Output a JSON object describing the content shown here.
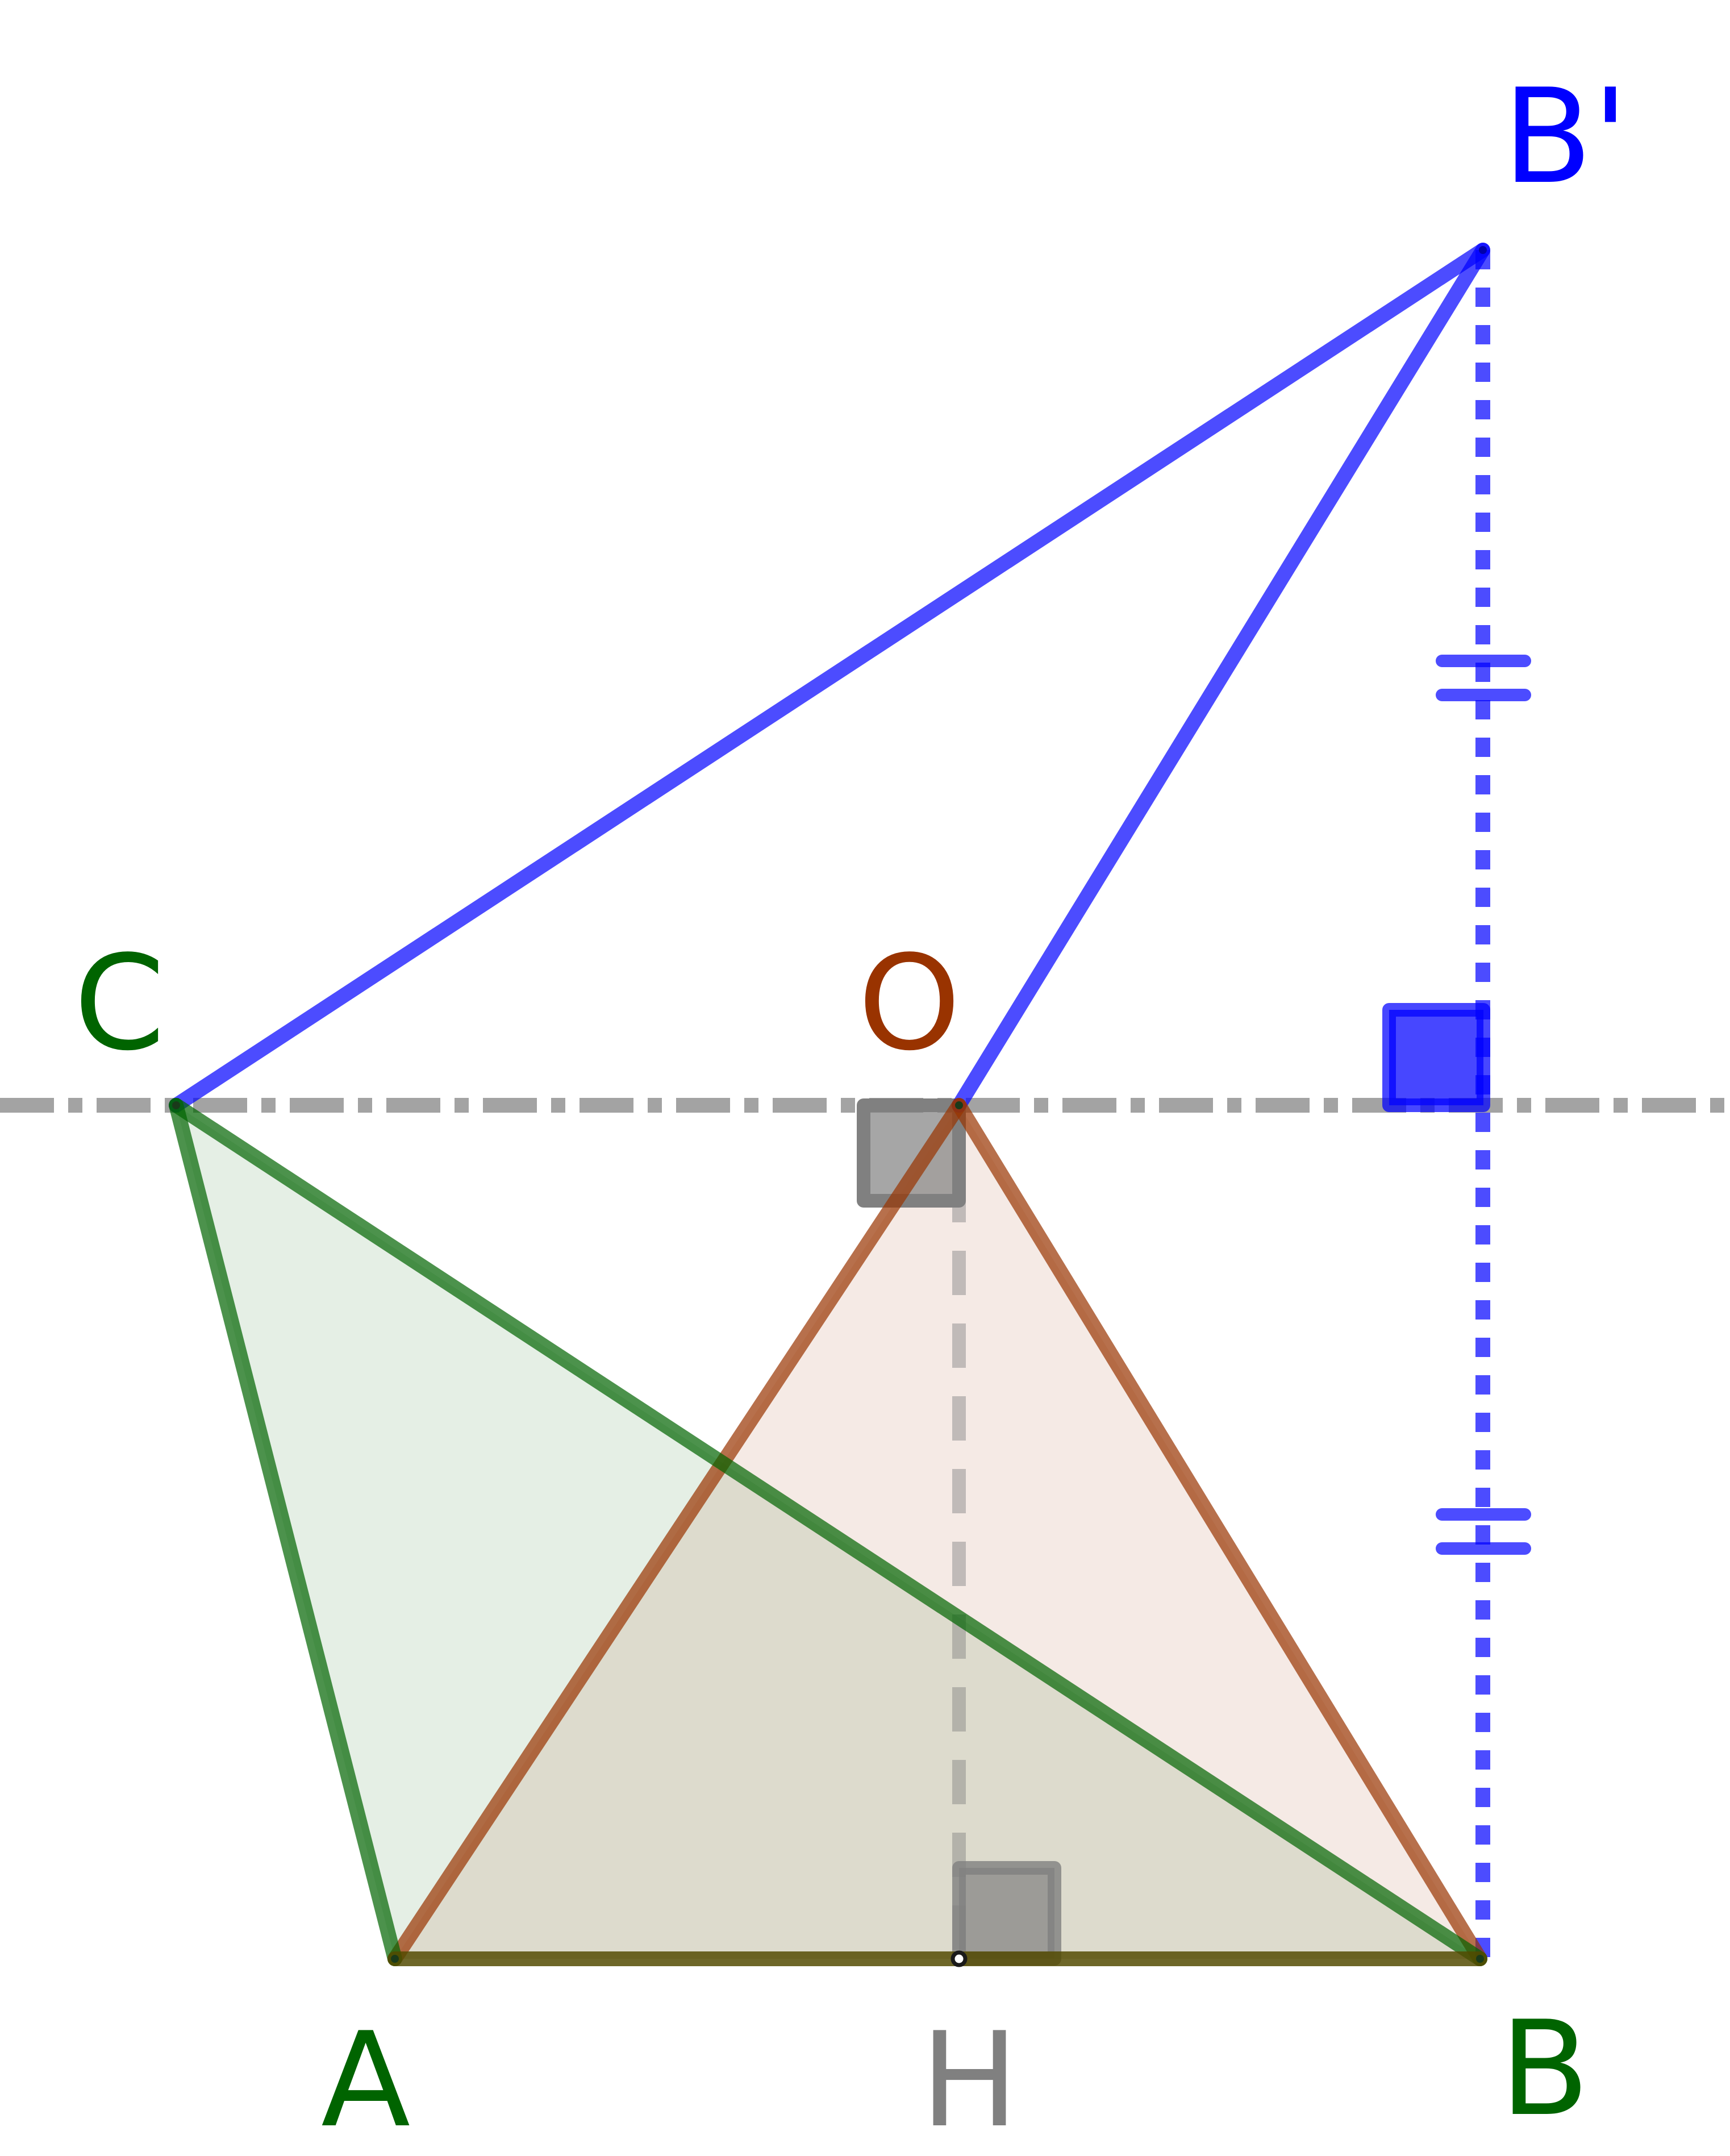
{
  "labels": {
    "A": "A",
    "B": "B",
    "C": "C",
    "H": "H",
    "O": "O",
    "B_prime": "B'"
  },
  "colors": {
    "green_triangle": "#006400",
    "brown_triangle": "#993300",
    "blue_construction": "#0000ff",
    "gray_guides": "#808080",
    "label_green": "#006400",
    "label_brown": "#993300",
    "label_blue": "#0000ff",
    "label_gray": "#808080"
  }
}
